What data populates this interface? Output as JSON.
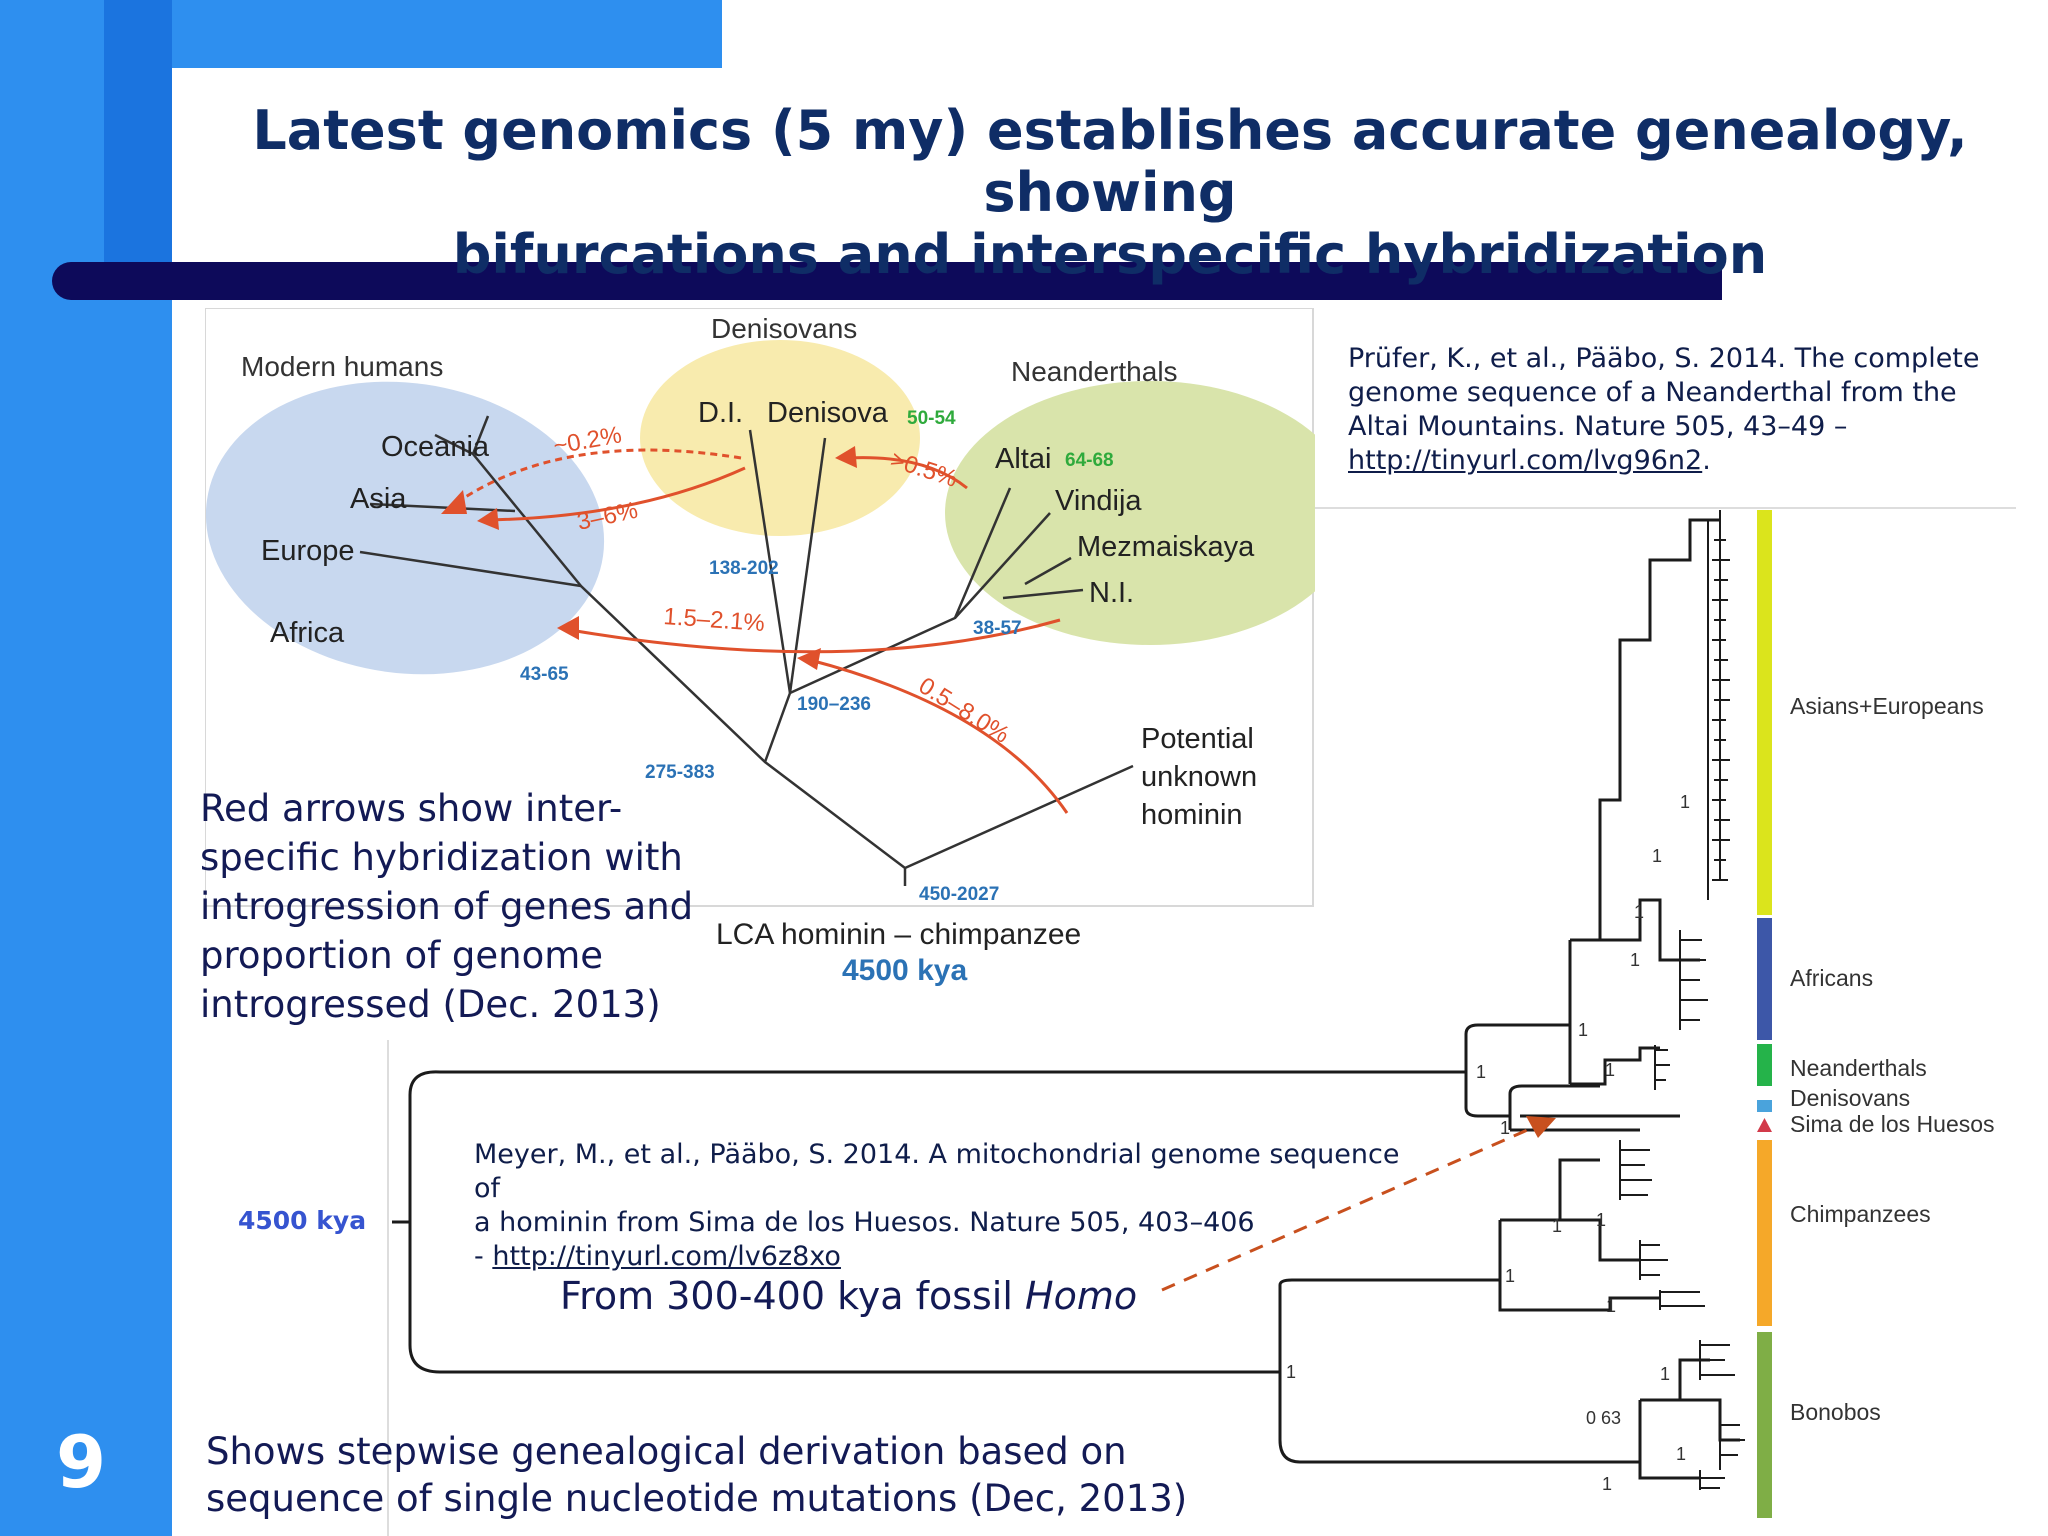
{
  "slide": {
    "title_line1": "Latest genomics (5 my) establishes accurate genealogy, showing",
    "title_line2": "bifurcations and interspecific hybridization",
    "number": "9"
  },
  "top_diagram": {
    "groups": {
      "modern_humans": "Modern humans",
      "denisovans": "Denisovans",
      "neanderthals": "Neanderthals"
    },
    "leaves": {
      "oceania": "Oceania",
      "asia": "Asia",
      "europe": "Europe",
      "africa": "Africa",
      "di": "D.I.",
      "denisova": "Denisova",
      "denisova_age": "50-54",
      "altai": "Altai",
      "altai_age": "64-68",
      "vindija": "Vindija",
      "mezmaiskaya": "Mezmaiskaya",
      "ni": "N.I.",
      "potential_1": "Potential",
      "potential_2": "unknown",
      "potential_3": "hominin"
    },
    "node_ages": {
      "n138": "138-202",
      "n43": "43-65",
      "n38": "38-57",
      "n190": "190–236",
      "n275": "275-383",
      "n450": "450-2027"
    },
    "arrows": {
      "a1": "~0.2%",
      "a2": "3–6%",
      "a3": ">0.5%",
      "a4": "1.5–2.1%",
      "a5": "0.5–8.0%"
    },
    "lca_label": "LCA hominin – chimpanzee",
    "lca_age": "4500 kya"
  },
  "reference_top": {
    "text": "Prüfer, K., et al., Pääbo, S. 2014. The complete genome sequence of a Neanderthal from the Altai Mountains. Nature 505, 43–49 –",
    "link": "http://tinyurl.com/lvg96n2",
    "suffix": "."
  },
  "note_red_arrows": {
    "line1": "Red arrows show inter-",
    "line2": "specific hybridization with",
    "line3": "introgression of genes and",
    "line4": "proportion of genome",
    "line5": "introgressed (Dec. 2013)"
  },
  "mito_tree": {
    "clades": {
      "asians_europeans": "Asians+Europeans",
      "africans": "Africans",
      "neanderthals": "Neanderthals",
      "denisovans": "Denisovans",
      "sima": "Sima de los Huesos",
      "chimpanzees": "Chimpanzees",
      "bonobos": "Bonobos"
    },
    "clade_colors": {
      "asians_europeans": "#dbe41c",
      "africans": "#3d57a8",
      "neanderthals": "#25b34a",
      "denisovans": "#4aa3dc",
      "sima": "#d23a4a",
      "chimpanzees": "#f5a829",
      "bonobos": "#7fae46"
    },
    "support": {
      "s1": "1",
      "s063": "0 63"
    },
    "root_age": "4500 kya"
  },
  "reference_bottom": {
    "line1": "Meyer, M., et al.,  Pääbo, S. 2014. A mitochondrial genome sequence of",
    "line2": "a hominin from Sima de los Huesos. Nature 505, 403–406",
    "line3_prefix": "- ",
    "link": "http://tinyurl.com/lv6z8xo"
  },
  "fossil_note": {
    "text": "From 300-400 kya fossil ",
    "italic": "Homo"
  },
  "bottom_note": {
    "line1": "Shows stepwise genealogical derivation based on",
    "line2": "sequence of single nucleotide mutations (Dec, 2013)"
  },
  "colors": {
    "sidebar_blue": "#2e8fef",
    "title_navy": "#0f2d66",
    "bar_navy": "#0d0a5a",
    "arrow_red": "#e0512c",
    "age_blue": "#2b72b5",
    "age_green": "#2faa3c"
  }
}
